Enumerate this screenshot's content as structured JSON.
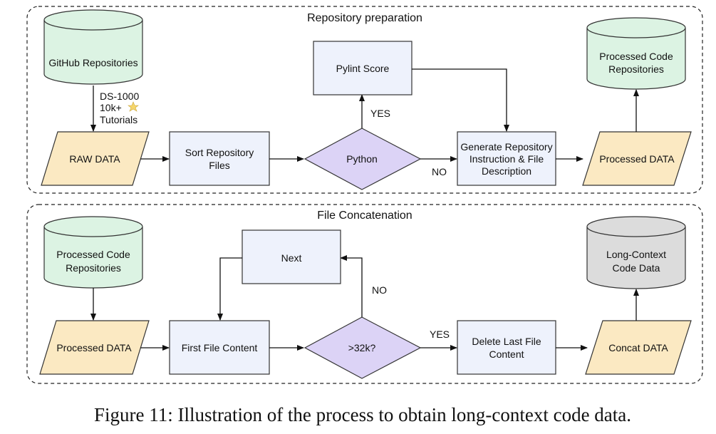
{
  "sections": {
    "top_title": "Repository preparation",
    "bottom_title": "File Concatenation"
  },
  "top": {
    "github_repos": "GitHub Repositories",
    "sources": [
      "DS-1000",
      "10k+",
      "Tutorials"
    ],
    "raw_data": "RAW DATA",
    "sort_files": [
      "Sort Repository",
      "Files"
    ],
    "python": "Python",
    "pylint": "Pylint Score",
    "yes": "YES",
    "no": "NO",
    "generate": [
      "Generate Repository",
      "Instruction & File",
      "Description"
    ],
    "processed_data": "Processed DATA",
    "processed_repos": [
      "Processed Code",
      "Repositories"
    ]
  },
  "bottom": {
    "processed_repos": [
      "Processed Code",
      "Repositories"
    ],
    "processed_data": "Processed DATA",
    "first_file": "First File Content",
    "next": "Next",
    "check": ">32k?",
    "no": "NO",
    "yes": "YES",
    "delete_last": [
      "Delete Last File",
      "Content"
    ],
    "concat_data": "Concat DATA",
    "long_context": [
      "Long-Context",
      "Code Data"
    ]
  },
  "caption": "Figure 11: Illustration of the process to obtain long-context code data.",
  "colors": {
    "box": "#eef2fc",
    "data": "#fbe9c2",
    "decision": "#dcd3f6",
    "repository": "#dcf3e3",
    "output": "#dcdcdc"
  }
}
